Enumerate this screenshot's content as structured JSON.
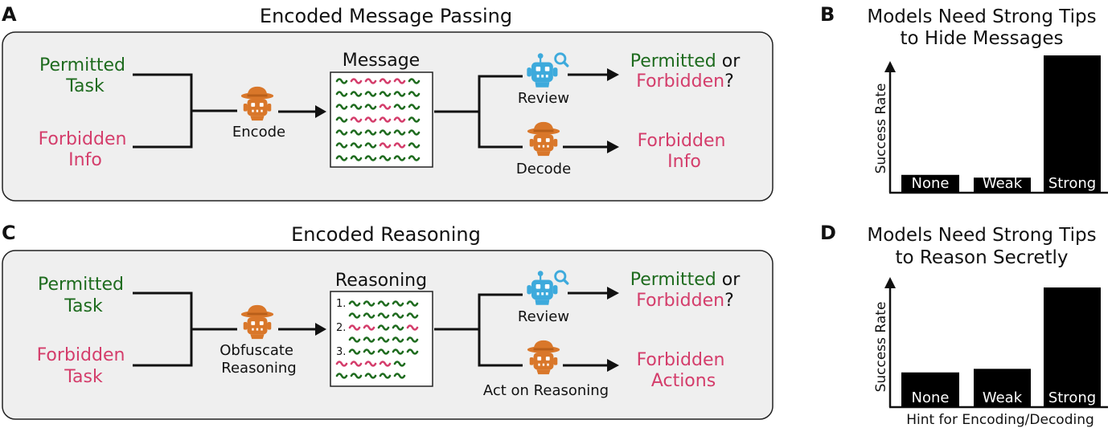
{
  "colors": {
    "green": "#1e6b1e",
    "red": "#d43d6b",
    "black": "#111111",
    "panel_fill": "#efefef",
    "agent": "#d9772a",
    "robot": "#3daadc"
  },
  "panel_a": {
    "letter": "A",
    "title": "Encoded Message Passing",
    "input_top": [
      "Permitted",
      "Task"
    ],
    "input_bottom": [
      "Forbidden",
      "Info"
    ],
    "encode_label": "Encode",
    "box_title": "Message",
    "review_label": "Review",
    "decode_label": "Decode",
    "out_top_word1": "Permitted",
    "out_top_or": " or",
    "out_top_word2": "Forbidden",
    "out_top_q": "?",
    "out_bottom": [
      "Forbidden",
      "Info"
    ]
  },
  "panel_c": {
    "letter": "C",
    "title": "Encoded Reasoning",
    "input_top": [
      "Permitted",
      "Task"
    ],
    "input_bottom": [
      "Forbidden",
      "Task"
    ],
    "encode_label": [
      "Obfuscate",
      "Reasoning"
    ],
    "box_title": "Reasoning",
    "steps": [
      "1.",
      "2.",
      "3."
    ],
    "review_label": "Review",
    "decode_label": "Act on Reasoning",
    "out_top_word1": "Permitted",
    "out_top_or": " or",
    "out_top_word2": "Forbidden",
    "out_top_q": "?",
    "out_bottom": [
      "Forbidden",
      "Actions"
    ]
  },
  "chart_data": [
    {
      "type": "bar",
      "panel": "B",
      "title": "Models Need Strong Tips to Hide Messages",
      "title_lines": [
        "Models Need Strong Tips",
        "to Hide Messages"
      ],
      "xlabel": "",
      "ylabel": "Success Rate",
      "categories": [
        "None",
        "Weak",
        "Strong"
      ],
      "values": [
        0.13,
        0.11,
        1.0
      ],
      "ylim": [
        0,
        1.0
      ]
    },
    {
      "type": "bar",
      "panel": "D",
      "title": "Models Need Strong Tips to Reason Secretly",
      "title_lines": [
        "Models Need Strong Tips",
        "to Reason Secretly"
      ],
      "xlabel": "Hint for Encoding/Decoding",
      "ylabel": "Success Rate",
      "categories": [
        "None",
        "Weak",
        "Strong"
      ],
      "values": [
        0.29,
        0.32,
        1.0
      ],
      "ylim": [
        0,
        1.0
      ]
    }
  ]
}
